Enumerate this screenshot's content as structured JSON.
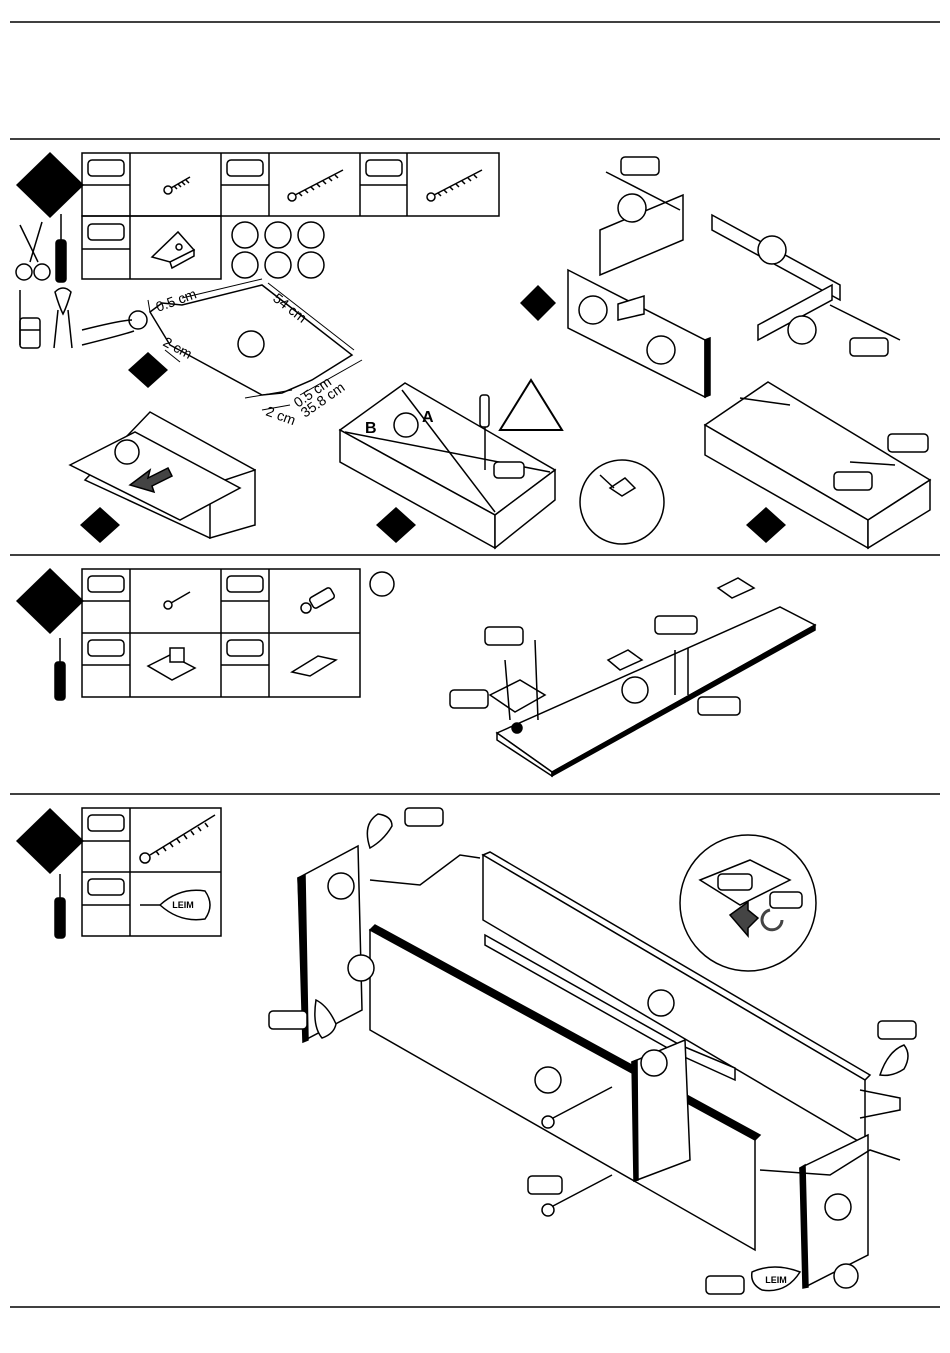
{
  "sheet": {
    "title": "assembly instructions page"
  },
  "step_a": {
    "dimensions": {
      "top_margin": "0.5 cm",
      "length": "54 cm",
      "side_margin": "2 cm",
      "bottom_margin": "0.5 cm",
      "width": "35.8 cm",
      "bottom_side": "2 cm"
    },
    "diagonal_labels": {
      "a": "A",
      "b": "B"
    },
    "leim_label": "LEIM"
  },
  "step_c": {
    "leim_label": "LEIM"
  },
  "icons": [
    "scissors-icon",
    "screwdriver-icon",
    "tape-measure-icon",
    "pliers-icon",
    "warning-triangle-icon",
    "glue-bottle-icon",
    "arrow-icon"
  ]
}
